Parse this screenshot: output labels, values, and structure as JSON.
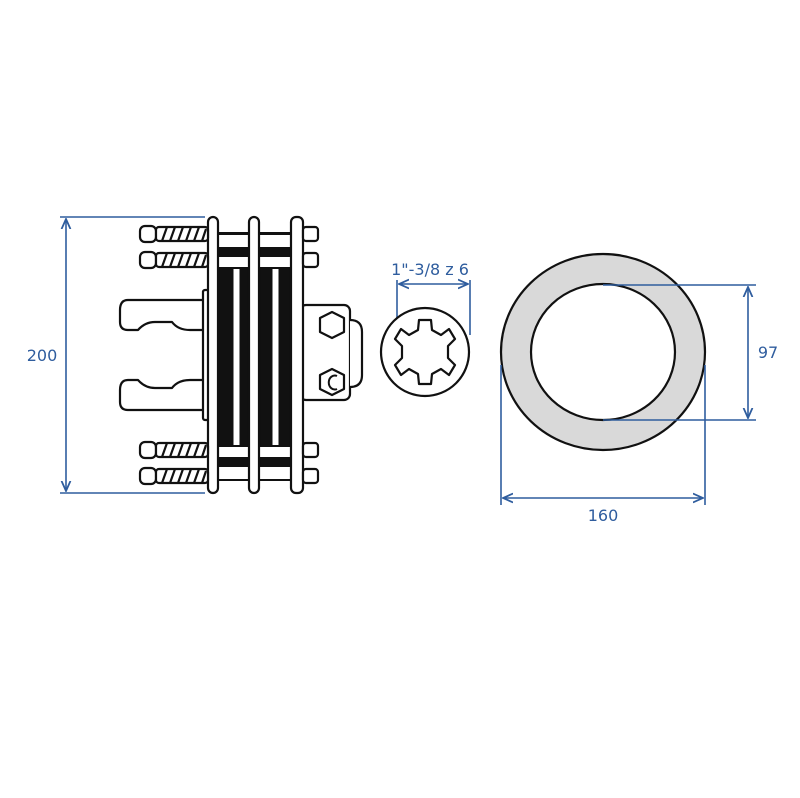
{
  "dimensions": {
    "height_label": "200",
    "spline_label": "1\"-3/8 z 6",
    "inner_diameter_label": "97",
    "outer_diameter_label": "160"
  },
  "colors": {
    "dimension": "#2f5d9e",
    "ring_fill": "#d9d9d9",
    "line": "#111111"
  }
}
